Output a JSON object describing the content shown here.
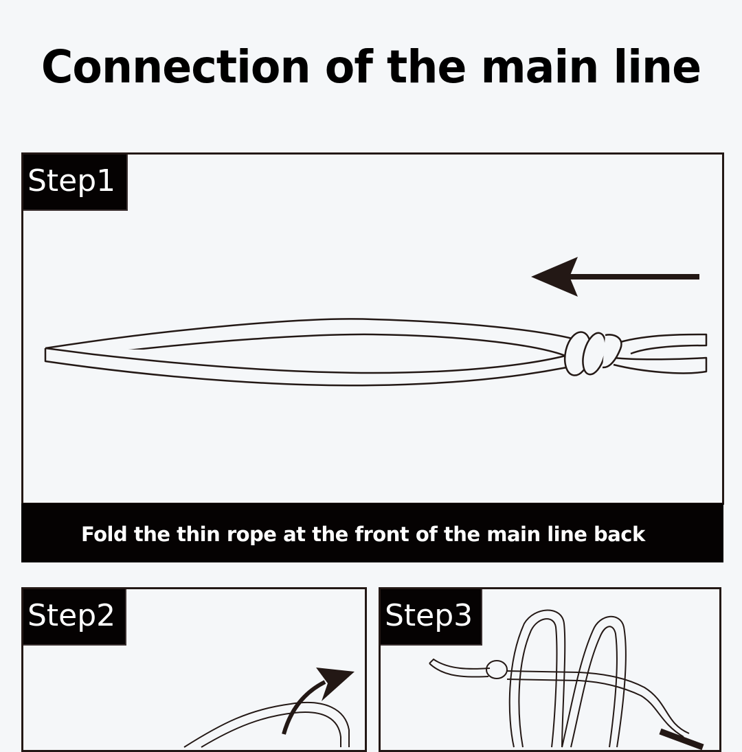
{
  "title": "Connection of the main line",
  "steps": [
    {
      "label": "Step1",
      "caption": "Fold the thin rope at the front of the main line back"
    },
    {
      "label": "Step2"
    },
    {
      "label": "Step3"
    }
  ],
  "colors": {
    "background": "#f5f7f9",
    "ink": "#231815",
    "tag": "#050202"
  }
}
